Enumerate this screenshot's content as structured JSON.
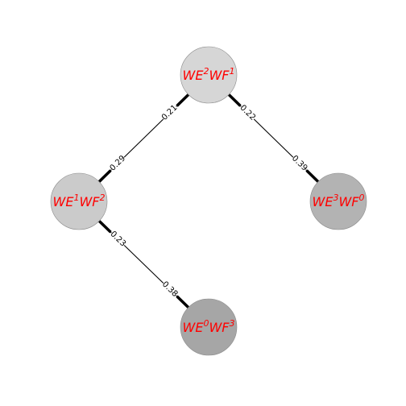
{
  "diagram": {
    "label_color": "#ff0000",
    "nodes": [
      {
        "id": "top",
        "base1": "WE",
        "sup1": "2",
        "base2": "WF",
        "sup2": "1",
        "fill": "#d6d6d6"
      },
      {
        "id": "left",
        "base1": "WE",
        "sup1": "1",
        "base2": "WF",
        "sup2": "2",
        "fill": "#cbcbcb"
      },
      {
        "id": "right",
        "base1": "WE",
        "sup1": "3",
        "base2": "WF",
        "sup2": "0",
        "fill": "#b3b3b3"
      },
      {
        "id": "bottom",
        "base1": "WE",
        "sup1": "0",
        "base2": "WF",
        "sup2": "3",
        "fill": "#a6a6a6"
      }
    ],
    "edges": [
      {
        "from": "top",
        "to": "left",
        "weight_from": "0.21",
        "weight_to": "0.29"
      },
      {
        "from": "top",
        "to": "right",
        "weight_from": "0.22",
        "weight_to": "0.39"
      },
      {
        "from": "left",
        "to": "bottom",
        "weight_from": "0.23",
        "weight_to": "0.38"
      }
    ]
  }
}
